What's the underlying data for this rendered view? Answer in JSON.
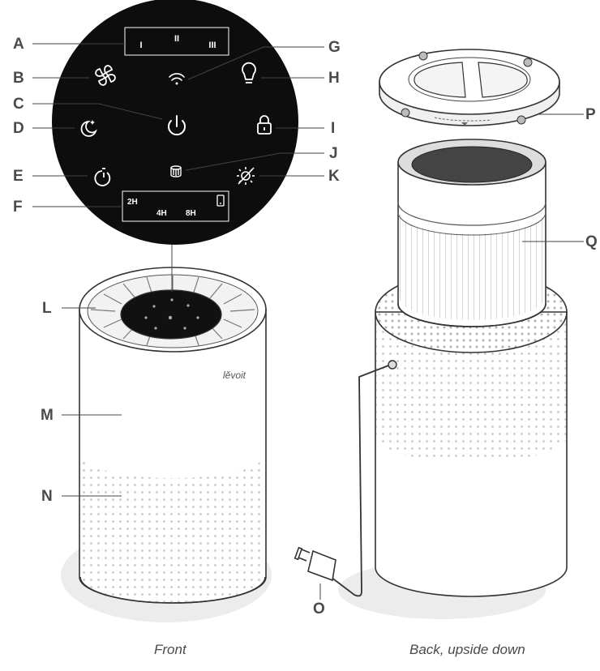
{
  "callouts": {
    "A": "A",
    "B": "B",
    "C": "C",
    "D": "D",
    "E": "E",
    "F": "F",
    "G": "G",
    "H": "H",
    "I": "I",
    "J": "J",
    "K": "K",
    "L": "L",
    "M": "M",
    "N": "N",
    "O": "O",
    "P": "P",
    "Q": "Q"
  },
  "panel": {
    "fan_speeds": [
      "I",
      "II",
      "III"
    ],
    "timer_options": [
      "2H",
      "4H",
      "8H"
    ]
  },
  "brand": "lĕvoit",
  "captions": {
    "front": "Front",
    "back": "Back, upside down"
  },
  "colors": {
    "panel": "#0d0d0d",
    "line": "#444444",
    "label": "#4a4a4a",
    "shadow": "#ececec"
  },
  "icons": [
    "fan-icon",
    "wifi-icon",
    "bulb-icon",
    "power-icon",
    "sleep-icon",
    "lock-icon",
    "filter-icon",
    "timer-icon",
    "display-icon",
    "phone-icon"
  ]
}
